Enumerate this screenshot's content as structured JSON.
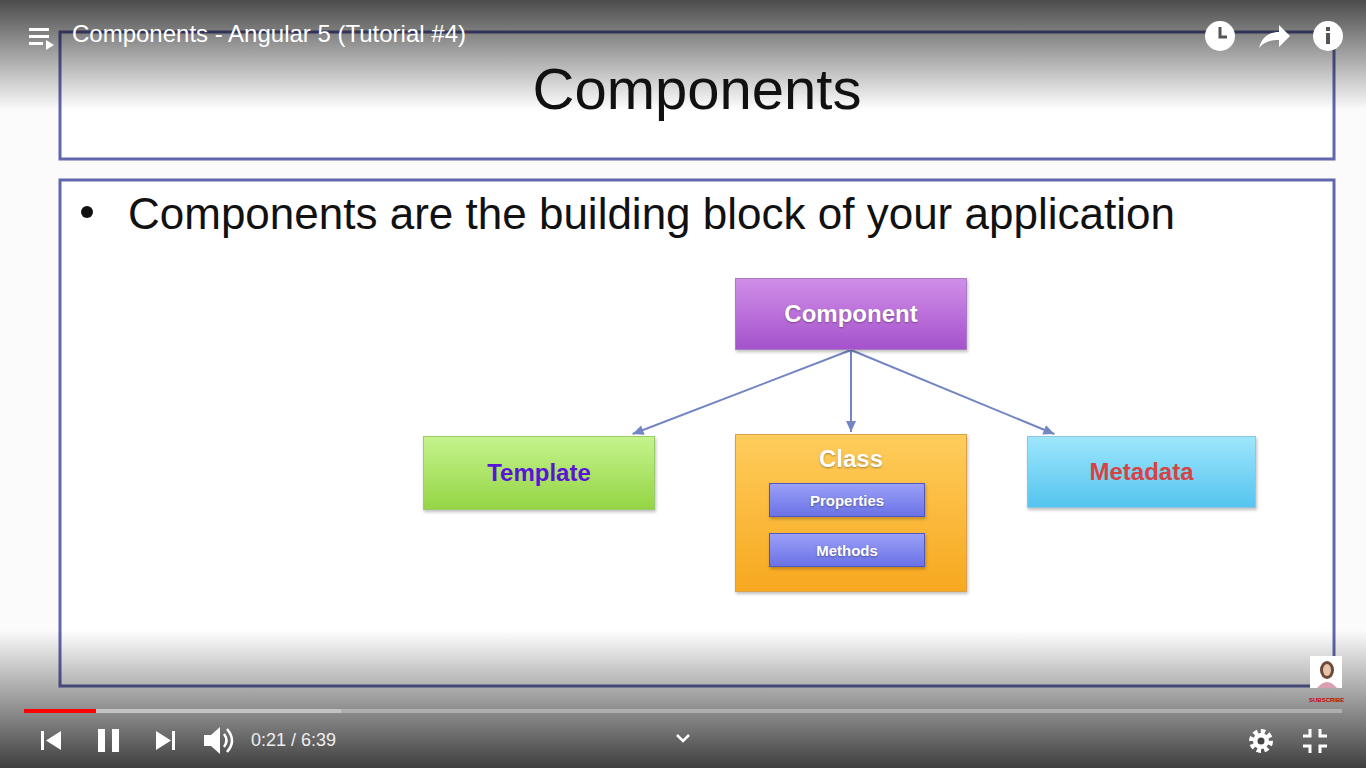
{
  "diagram": {
    "title": "Components",
    "nodes": [
      {
        "text": [
          "Component"
        ]
      },
      {
        "text": [
          "Template"
        ]
      },
      {
        "text": [
          "Class"
        ]
      },
      {
        "text": [
          "Properties"
        ],
        "in": 2
      },
      {
        "text": [
          "Methods"
        ],
        "in": 2
      },
      {
        "text": [
          "Metadata"
        ]
      }
    ],
    "edges": [
      {
        "from": 0,
        "to": 1,
        "arrow": "to"
      },
      {
        "from": 0,
        "to": 2,
        "arrow": "to"
      },
      {
        "from": 0,
        "to": 5,
        "arrow": "to"
      }
    ],
    "labels": [
      "Components - Angular 5 (Tutorial #4)",
      "Components are the building block of your application",
      "0:21 / 6:39",
      "SUBSCRIBE"
    ]
  }
}
